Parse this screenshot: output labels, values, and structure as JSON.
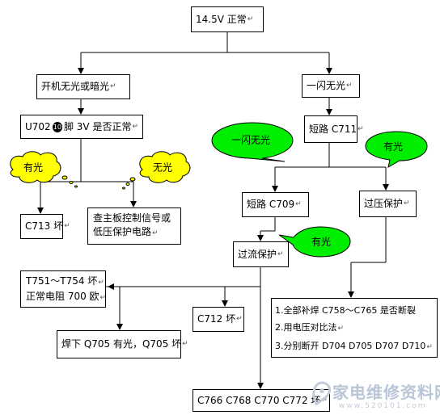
{
  "nodes": {
    "top": "14.5V 正常",
    "left_branch": "开机无光或暗光",
    "right_branch": "一闪无光",
    "u702_prefix": "U702",
    "u702_pin": "10",
    "u702_suffix": "脚 3V 是否正常",
    "short_c711": "短路 C711",
    "short_c709": "短路 C709",
    "overvoltage": "过压保护",
    "overcurrent": "过流保护",
    "c713": "C713 坏",
    "check_main": [
      "查主板控制信号或",
      "低压保护电路"
    ],
    "t751": [
      "T751～T754 坏",
      "正常电阻 700 欧"
    ],
    "c712": "C712 坏",
    "q705": "焊下 Q705 有光，Q705 坏",
    "steps": [
      "1.全部补焊 C758～C765 是否断裂",
      "2.用电压对比法",
      "3.分别断开 D704 D705 D707 D710"
    ],
    "c766": "C766 C768 C770 C772 坏"
  },
  "clouds": {
    "light_left": "有光",
    "no_light": "无光",
    "flash_no_light": "一闪无光",
    "light_right": "有光",
    "light_c709": "有光"
  },
  "return_mark": "↵",
  "watermark": {
    "text": "家电维修资料网",
    "url": "www.520101.com"
  },
  "colors": {
    "yellow_cloud": "#ffff00",
    "green_cloud": "#00ee00",
    "line": "#000000"
  }
}
